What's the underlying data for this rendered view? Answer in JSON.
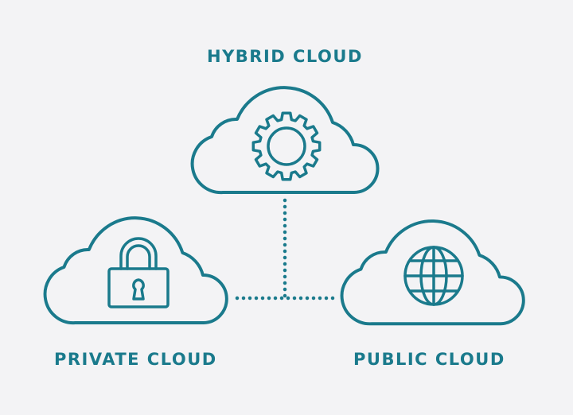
{
  "colors": {
    "accent": "#1a7a8c",
    "background": "#f3f3f5"
  },
  "nodes": {
    "hybrid": {
      "label": "HYBRID CLOUD",
      "icon": "gear-icon"
    },
    "private": {
      "label": "PRIVATE CLOUD",
      "icon": "lock-icon"
    },
    "public": {
      "label": "PUBLIC CLOUD",
      "icon": "globe-icon"
    }
  }
}
